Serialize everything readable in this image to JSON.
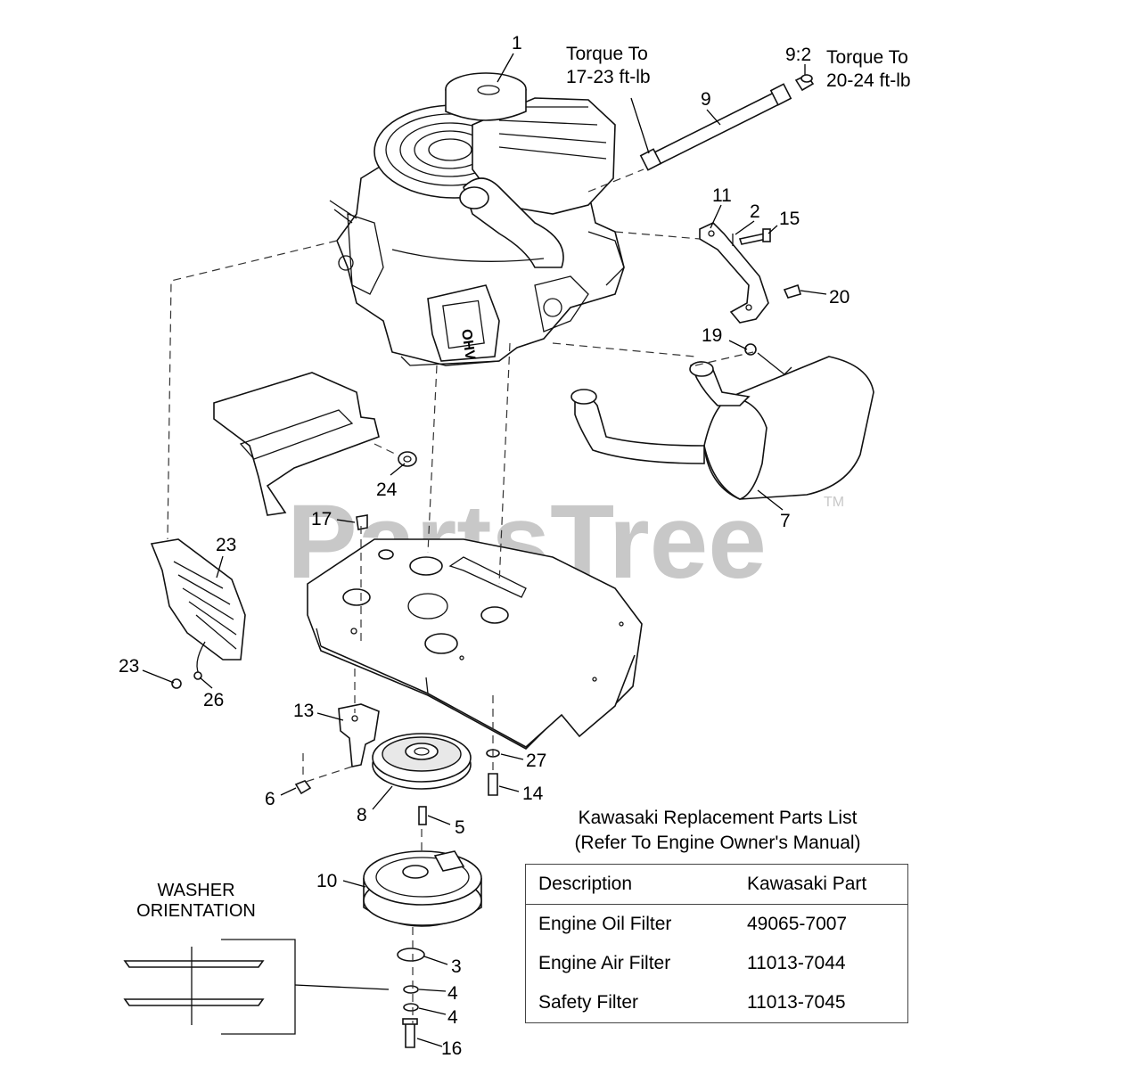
{
  "watermark": {
    "brand": "PartsTree",
    "trademark": "TM"
  },
  "torque_notes": [
    {
      "id": "torque-note-9",
      "line1": "Torque To",
      "line2": "17-23 ft-lb"
    },
    {
      "id": "torque-note-9-2",
      "line1": "Torque To",
      "line2": "20-24 ft-lb"
    }
  ],
  "callouts": [
    "1",
    "9:2",
    "9",
    "11",
    "2",
    "15",
    "20",
    "19",
    "7",
    "24",
    "17",
    "23",
    "23",
    "26",
    "13",
    "6",
    "8",
    "5",
    "27",
    "14",
    "10",
    "3",
    "4",
    "4",
    "16"
  ],
  "washer_orientation": {
    "line1": "WASHER",
    "line2": "ORIENTATION"
  },
  "parts_table": {
    "title_line1": "Kawasaki Replacement Parts List",
    "title_line2": "(Refer To Engine Owner's Manual)",
    "headers": [
      "Description",
      "Kawasaki Part"
    ],
    "rows": [
      [
        "Engine Oil Filter",
        "49065-7007"
      ],
      [
        "Engine Air Filter",
        "11013-7044"
      ],
      [
        "Safety Filter",
        "11013-7045"
      ]
    ]
  }
}
